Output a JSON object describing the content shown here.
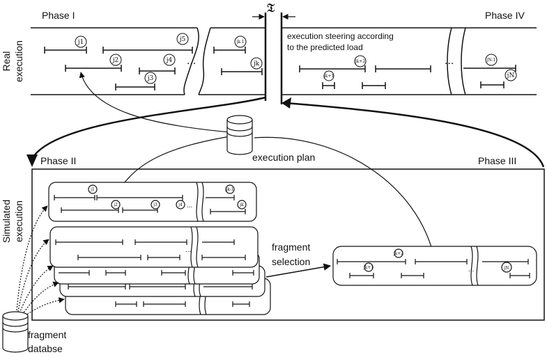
{
  "phases": {
    "phase1": "Phase I",
    "phase2": "Phase II",
    "phase3": "Phase III",
    "phase4": "Phase IV"
  },
  "side_labels": {
    "real_line1": "Real",
    "real_line2": "execution",
    "sim_line1": "Simulated",
    "sim_line2": "execution"
  },
  "tau_symbol": "𝔗",
  "steering": {
    "line1": "execution steering according",
    "line2": "to the predicted load"
  },
  "execution_plan": "execution plan",
  "fragment_selection": {
    "line1": "fragment",
    "line2": "selection"
  },
  "fragment_db": {
    "line1": "fragment",
    "line2": "databse"
  },
  "ellipsis": "...",
  "jobs": {
    "real_left": [
      "j1",
      "j5",
      "j2",
      "j4",
      "j3"
    ],
    "real_mid": [
      "jk-1",
      "jk"
    ],
    "real_right": [
      "jk+2",
      "jk+1",
      "jN-1",
      "jN"
    ],
    "sim_top": [
      "j1",
      "jk-1",
      "j2",
      "j3",
      "j4",
      "jk"
    ],
    "sim_right": [
      "jk+2",
      "jk+1",
      "jN"
    ]
  }
}
